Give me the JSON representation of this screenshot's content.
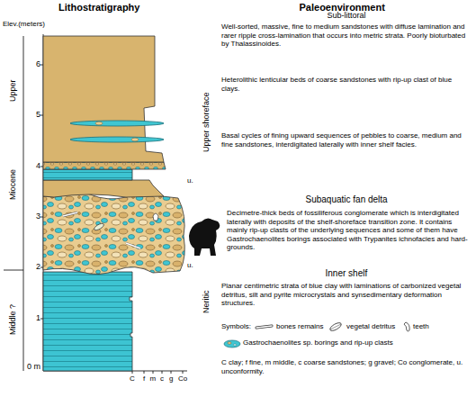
{
  "diagram": {
    "labels": [
      "Lithostratigraphy",
      "Paleoenvironment",
      "Elev.(meters)",
      "6",
      "5",
      "4",
      "3",
      "2",
      "1",
      "0 m",
      "Upper",
      "Miocene",
      "Middle ?",
      "u.",
      "u.",
      "Sub-littoral",
      "Well-sorted, massive, fine to medium sandstones with diffuse lamination and rarer ripple cross-lamination that occurs into metric strata. Poorly bioturbated by Thalassinoides.",
      "Upper shoreface",
      "Heterolithic lenticular beds of coarse sandstones with rip-up clast of blue clays.",
      "Basal cycles of fining upward sequences of pebbles to coarse, medium and fine sandstones, interdigitated laterally with inner shelf facies.",
      "Subaquatic fan delta",
      "Decimetre-thick beds of fossiliferous conglomerate which is interdigitated laterally with deposits of the shelf-shoreface transition zone. It contains mainly rip-up clasts of the underlying sequences and some of them have Gastrochaenolites borings associated with Trypanites ichnofacies and hard-grounds.",
      "Inner shelf",
      "Neritic",
      "Planar centimetric strata of blue clay with laminations of carbonized vegetal detritus, silt and pyrite microcrystals and synsedimentary deformation structures.",
      "Symbols:",
      "C",
      "f",
      "m",
      "c",
      "g",
      "Co",
      "C clay; f fine, m middle, c coarse sandstones; g gravel; Co conglomerate, u. unconformity."
    ],
    "legend": [
      {
        "text": "bones remains"
      },
      {
        "text": "vegetal detritus"
      },
      {
        "text": "teeth"
      },
      {
        "text": "Gastrochaenolites sp. borings and rip-up clasts"
      }
    ]
  }
}
